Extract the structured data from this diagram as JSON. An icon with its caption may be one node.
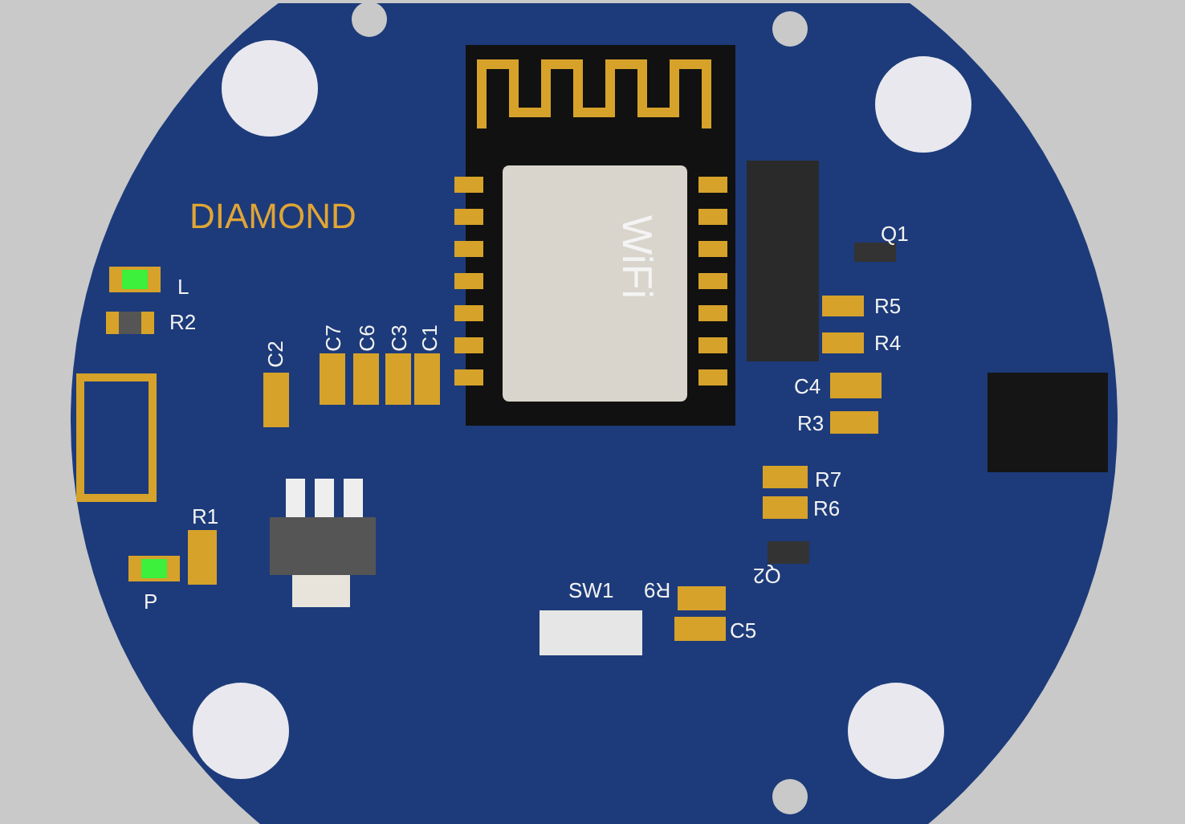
{
  "diagram": {
    "labels": [
      "DIAMOND",
      "WiFi",
      "Q1",
      "L",
      "R5",
      "R2",
      "C7",
      "C6",
      "C3",
      "C1",
      "R4",
      "C2",
      "C4",
      "R3",
      "R7",
      "R6",
      "R1",
      "P",
      "Q2",
      "SW1",
      "R9",
      "C5"
    ]
  }
}
